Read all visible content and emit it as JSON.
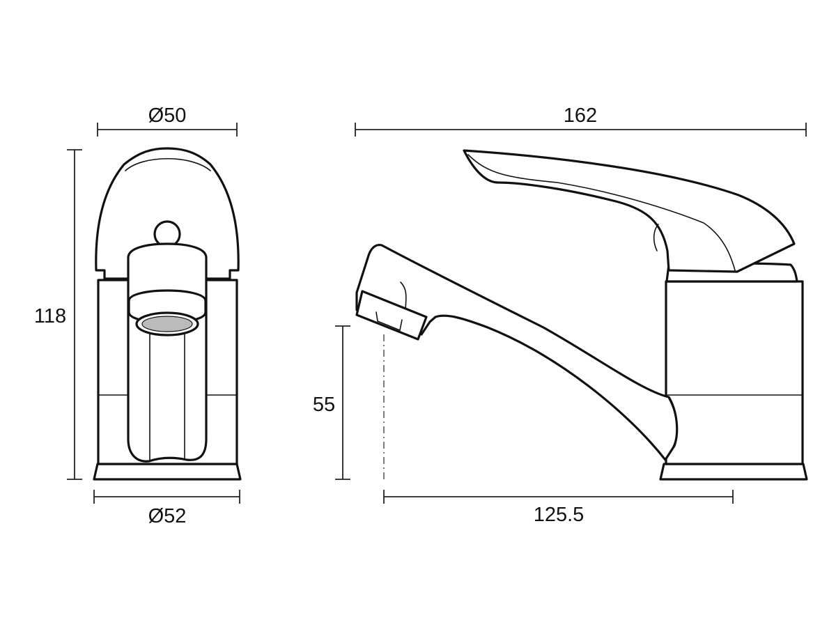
{
  "drawing": {
    "front_view": {
      "top_diameter": "Ø50",
      "base_diameter": "Ø52",
      "height": "118"
    },
    "side_view": {
      "overall_length": "162",
      "spout_height": "55",
      "spout_reach": "125.5"
    },
    "line_color": "#111111"
  }
}
